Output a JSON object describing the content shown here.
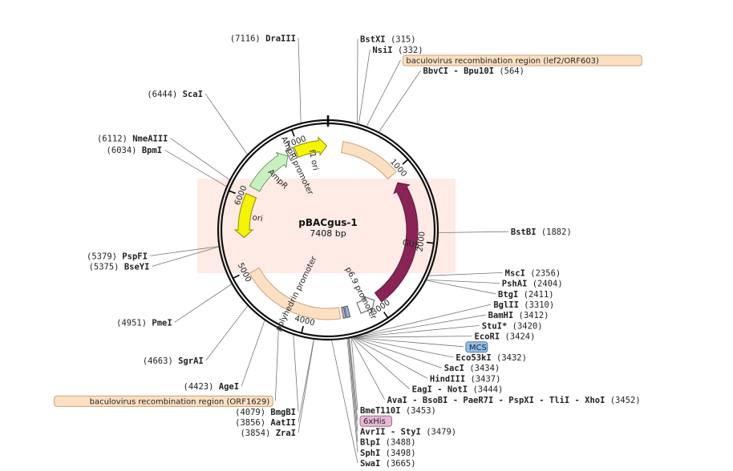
{
  "plasmid": {
    "name": "pBACgus-1",
    "length": "7408 bp",
    "length_value": 7408
  },
  "ticks": [
    {
      "pos": 1000,
      "label": "1000"
    },
    {
      "pos": 2000,
      "label": "2000"
    },
    {
      "pos": 3000,
      "label": "3000"
    },
    {
      "pos": 4000,
      "label": "4000"
    },
    {
      "pos": 5000,
      "label": "5000"
    },
    {
      "pos": 6000,
      "label": "6000"
    },
    {
      "pos": 7000,
      "label": "7000"
    }
  ],
  "features": [
    {
      "id": "lef2",
      "label": "",
      "start": 200,
      "end": 1020,
      "dir": "none",
      "fill": "#fde0c2",
      "stroke": "#c8a27e"
    },
    {
      "id": "GUS",
      "label": "GUS",
      "start": 1150,
      "end": 2950,
      "dir": "ccw",
      "fill": "#8b2456",
      "stroke": "#5e1639",
      "label_color": "#ffffff"
    },
    {
      "id": "p69",
      "label": "p6.9 promoter",
      "start": 3020,
      "end": 3260,
      "dir": "ccw",
      "fill": "#ffffff",
      "stroke": "#555555"
    },
    {
      "id": "his",
      "label": "",
      "start": 3470,
      "end": 3500,
      "dir": "none",
      "fill": "#d8a8c8",
      "stroke": "#555555"
    },
    {
      "id": "mcs",
      "label": "",
      "start": 3410,
      "end": 3455,
      "dir": "none",
      "fill": "#8fb6e8",
      "stroke": "#555555"
    },
    {
      "id": "polh",
      "label": "polyhedrin promoter",
      "start": 3540,
      "end": 4960,
      "dir": "none",
      "fill": "#fde0c2",
      "stroke": "#c8a27e"
    },
    {
      "id": "ori",
      "label": "ori",
      "start": 5450,
      "end": 6050,
      "dir": "ccw",
      "fill": "#f5f500",
      "stroke": "#8a8a00"
    },
    {
      "id": "AmpR",
      "label": "AmpR",
      "start": 6160,
      "end": 6820,
      "dir": "cw",
      "fill": "#c8f0c0",
      "stroke": "#6a9a60"
    },
    {
      "id": "AmpRp",
      "label": "AmpR promoter",
      "start": 6830,
      "end": 6930,
      "dir": "none",
      "fill": "#ffffff",
      "stroke": "#555555"
    },
    {
      "id": "f1ori",
      "label": "f1 ori",
      "start": 6950,
      "end": 7390,
      "dir": "cw",
      "fill": "#f5f500",
      "stroke": "#8a8a00"
    }
  ],
  "sites": [
    {
      "id": "DraIII",
      "label": "(7116)  DraIII",
      "num": "(7116)",
      "name": "DraIII",
      "pos": 7116,
      "side": "left"
    },
    {
      "id": "BstXI",
      "label": "BstXI  (315)",
      "num": "(315)",
      "name": "BstXI",
      "pos": 315,
      "side": "right"
    },
    {
      "id": "NsiI",
      "label": "NsiI  (332)",
      "num": "(332)",
      "name": "NsiI",
      "pos": 332,
      "side": "right"
    },
    {
      "id": "BbvCI",
      "label": "BbvCI - Bpu10I  (564)",
      "num": "(564)",
      "name": "BbvCI - Bpu10I",
      "pos": 564,
      "side": "right"
    },
    {
      "id": "bvr1",
      "label": "baculovirus recombination region (lef2/ORF603)",
      "pos": 420,
      "side": "right",
      "box": true,
      "box_fill": "#fde0c2",
      "box_stroke": "#c8a27e"
    },
    {
      "id": "ScaI",
      "label": "(6444)  ScaI",
      "num": "(6444)",
      "name": "ScaI",
      "pos": 6444,
      "side": "left"
    },
    {
      "id": "NmeAIII",
      "label": "(6112)  NmeAIII",
      "num": "(6112)",
      "name": "NmeAIII",
      "pos": 6112,
      "side": "left"
    },
    {
      "id": "BpmI",
      "label": "(6034)  BpmI",
      "num": "(6034)",
      "name": "BpmI",
      "pos": 6034,
      "side": "left"
    },
    {
      "id": "BstBI",
      "label": "BstBI  (1882)",
      "num": "(1882)",
      "name": "BstBI",
      "pos": 1882,
      "side": "right"
    },
    {
      "id": "MscI",
      "label": "MscI  (2356)",
      "num": "(2356)",
      "name": "MscI",
      "pos": 2356,
      "side": "right"
    },
    {
      "id": "PshAI",
      "label": "PshAI  (2404)",
      "num": "(2404)",
      "name": "PshAI",
      "pos": 2404,
      "side": "right"
    },
    {
      "id": "BtgI",
      "label": "BtgI  (2411)",
      "num": "(2411)",
      "name": "BtgI",
      "pos": 2411,
      "side": "right"
    },
    {
      "id": "BglII",
      "label": "BglII  (3310)",
      "num": "(3310)",
      "name": "BglII",
      "pos": 3310,
      "side": "right"
    },
    {
      "id": "BamHI",
      "label": "BamHI  (3412)",
      "num": "(3412)",
      "name": "BamHI",
      "pos": 3412,
      "side": "right"
    },
    {
      "id": "StuI",
      "label": "StuI*  (3420)",
      "num": "(3420)",
      "name": "StuI*",
      "pos": 3420,
      "side": "right",
      "faded": true
    },
    {
      "id": "EcoRI",
      "label": "EcoRI  (3424)",
      "num": "(3424)",
      "name": "EcoRI",
      "pos": 3424,
      "side": "right"
    },
    {
      "id": "Eco53kI",
      "label": "Eco53kI  (3432)",
      "num": "(3432)",
      "name": "Eco53kI",
      "pos": 3432,
      "side": "right"
    },
    {
      "id": "SacI",
      "label": "SacI  (3434)",
      "num": "(3434)",
      "name": "SacI",
      "pos": 3434,
      "side": "right"
    },
    {
      "id": "MCS",
      "label": "MCS",
      "pos": 3430,
      "side": "right",
      "box": true,
      "box_fill": "#8fc0ec",
      "box_stroke": "#4a78aa"
    },
    {
      "id": "HindIII",
      "label": "HindIII  (3437)",
      "num": "(3437)",
      "name": "HindIII",
      "pos": 3437,
      "side": "right"
    },
    {
      "id": "EagI",
      "label": "EagI - NotI  (3444)",
      "num": "(3444)",
      "name": "EagI - NotI",
      "pos": 3444,
      "side": "right"
    },
    {
      "id": "AvaI",
      "label": "AvaI - BsoBI - PaeR7I - PspXI - TliI - XhoI  (3452)",
      "num": "(3452)",
      "name": "AvaI - BsoBI - PaeR7I - PspXI - TliI - XhoI",
      "pos": 3452,
      "side": "right"
    },
    {
      "id": "BmeT110I",
      "label": "BmeT110I  (3453)",
      "num": "(3453)",
      "name": "BmeT110I",
      "pos": 3453,
      "side": "right"
    },
    {
      "id": "his6",
      "label": "6xHis",
      "pos": 3475,
      "side": "right",
      "box": true,
      "box_fill": "#e8b8d4",
      "box_stroke": "#a8668a"
    },
    {
      "id": "AvrII",
      "label": "AvrII - StyI  (3479)",
      "num": "(3479)",
      "name": "AvrII - StyI",
      "pos": 3479,
      "side": "right"
    },
    {
      "id": "BlpI",
      "label": "BlpI  (3488)",
      "num": "(3488)",
      "name": "BlpI",
      "pos": 3488,
      "side": "right"
    },
    {
      "id": "SphI",
      "label": "SphI  (3498)",
      "num": "(3498)",
      "name": "SphI",
      "pos": 3498,
      "side": "right"
    },
    {
      "id": "SwaI",
      "label": "SwaI  (3665)",
      "num": "(3665)",
      "name": "SwaI",
      "pos": 3665,
      "side": "right"
    },
    {
      "id": "ZraI",
      "label": "(3854)  ZraI",
      "num": "(3854)",
      "name": "ZraI",
      "pos": 3854,
      "side": "left"
    },
    {
      "id": "AatII",
      "label": "(3856)  AatII",
      "num": "(3856)",
      "name": "AatII",
      "pos": 3856,
      "side": "left"
    },
    {
      "id": "BmgBI",
      "label": "(4079)  BmgBI",
      "num": "(4079)",
      "name": "BmgBI",
      "pos": 4079,
      "side": "left"
    },
    {
      "id": "bvr2",
      "label": "baculovirus recombination region (ORF1629)",
      "pos": 4250,
      "side": "left",
      "box": true,
      "box_fill": "#fde0c2",
      "box_stroke": "#c8a27e"
    },
    {
      "id": "AgeI",
      "label": "(4423)  AgeI",
      "num": "(4423)",
      "name": "AgeI",
      "pos": 4423,
      "side": "left"
    },
    {
      "id": "SgrAI",
      "label": "(4663)  SgrAI",
      "num": "(4663)",
      "name": "SgrAI",
      "pos": 4663,
      "side": "left"
    },
    {
      "id": "PmeI",
      "label": "(4951)  PmeI",
      "num": "(4951)",
      "name": "PmeI",
      "pos": 4951,
      "side": "left"
    },
    {
      "id": "PspFI",
      "label": "(5379)  PspFI",
      "num": "(5379)",
      "name": "PspFI",
      "pos": 5379,
      "side": "left"
    },
    {
      "id": "BseYI",
      "label": "(5375)  BseYI",
      "num": "(5375)",
      "name": "BseYI",
      "pos": 5375,
      "side": "left"
    }
  ],
  "colors": {
    "backbone": "#111111",
    "leader": "#777777",
    "watermark": "#fde4dc"
  }
}
